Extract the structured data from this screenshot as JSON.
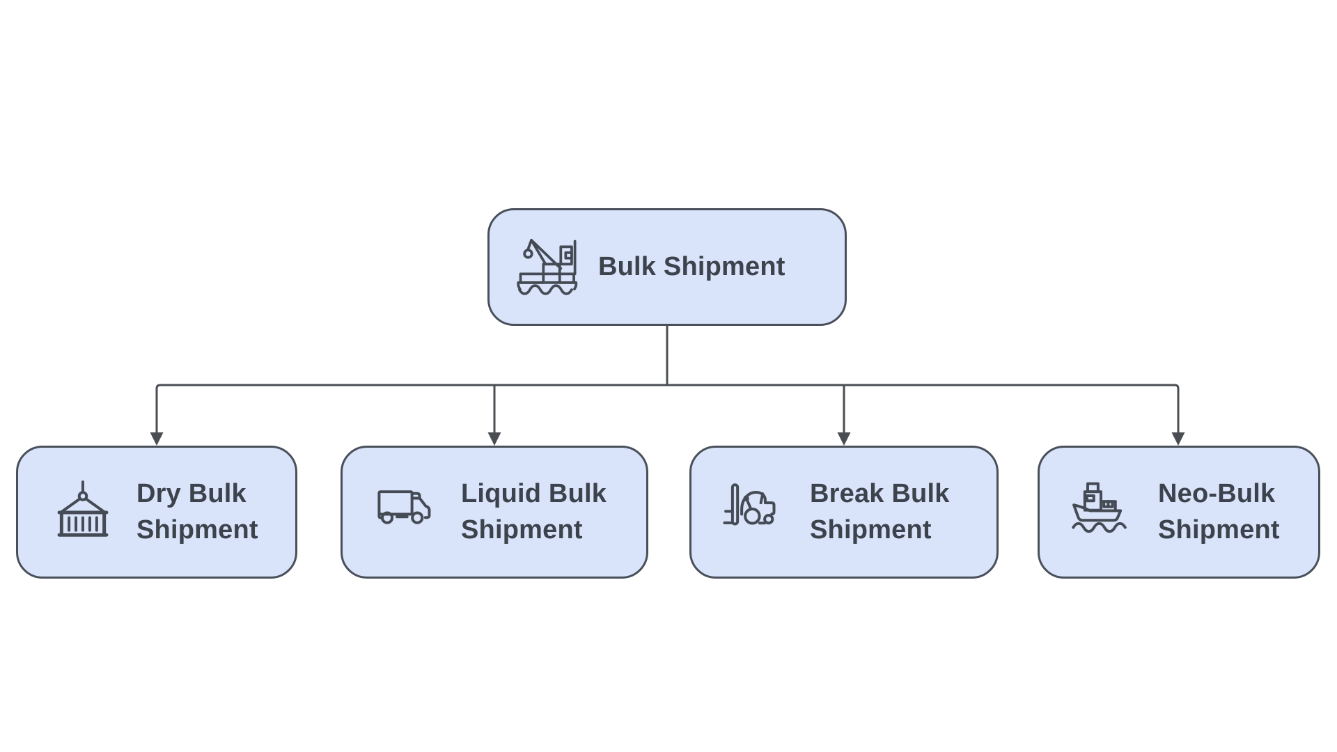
{
  "diagram": {
    "type": "hierarchy",
    "root": {
      "label": "Bulk Shipment",
      "icon": "harbor-crane-ship-icon"
    },
    "children": [
      {
        "id": "dry-bulk",
        "label": "Dry Bulk Shipment",
        "icon": "hanging-container-icon"
      },
      {
        "id": "liquid-bulk",
        "label": "Liquid Bulk Shipment",
        "icon": "truck-icon"
      },
      {
        "id": "break-bulk",
        "label": "Break Bulk Shipment",
        "icon": "forklift-icon"
      },
      {
        "id": "neo-bulk",
        "label": "Neo-Bulk Shipment",
        "icon": "cargo-ship-icon"
      }
    ],
    "colors": {
      "node_fill": "#d9e3fa",
      "node_border": "#49505a",
      "label_text": "#3d434c",
      "connector": "#4a4d52"
    }
  }
}
